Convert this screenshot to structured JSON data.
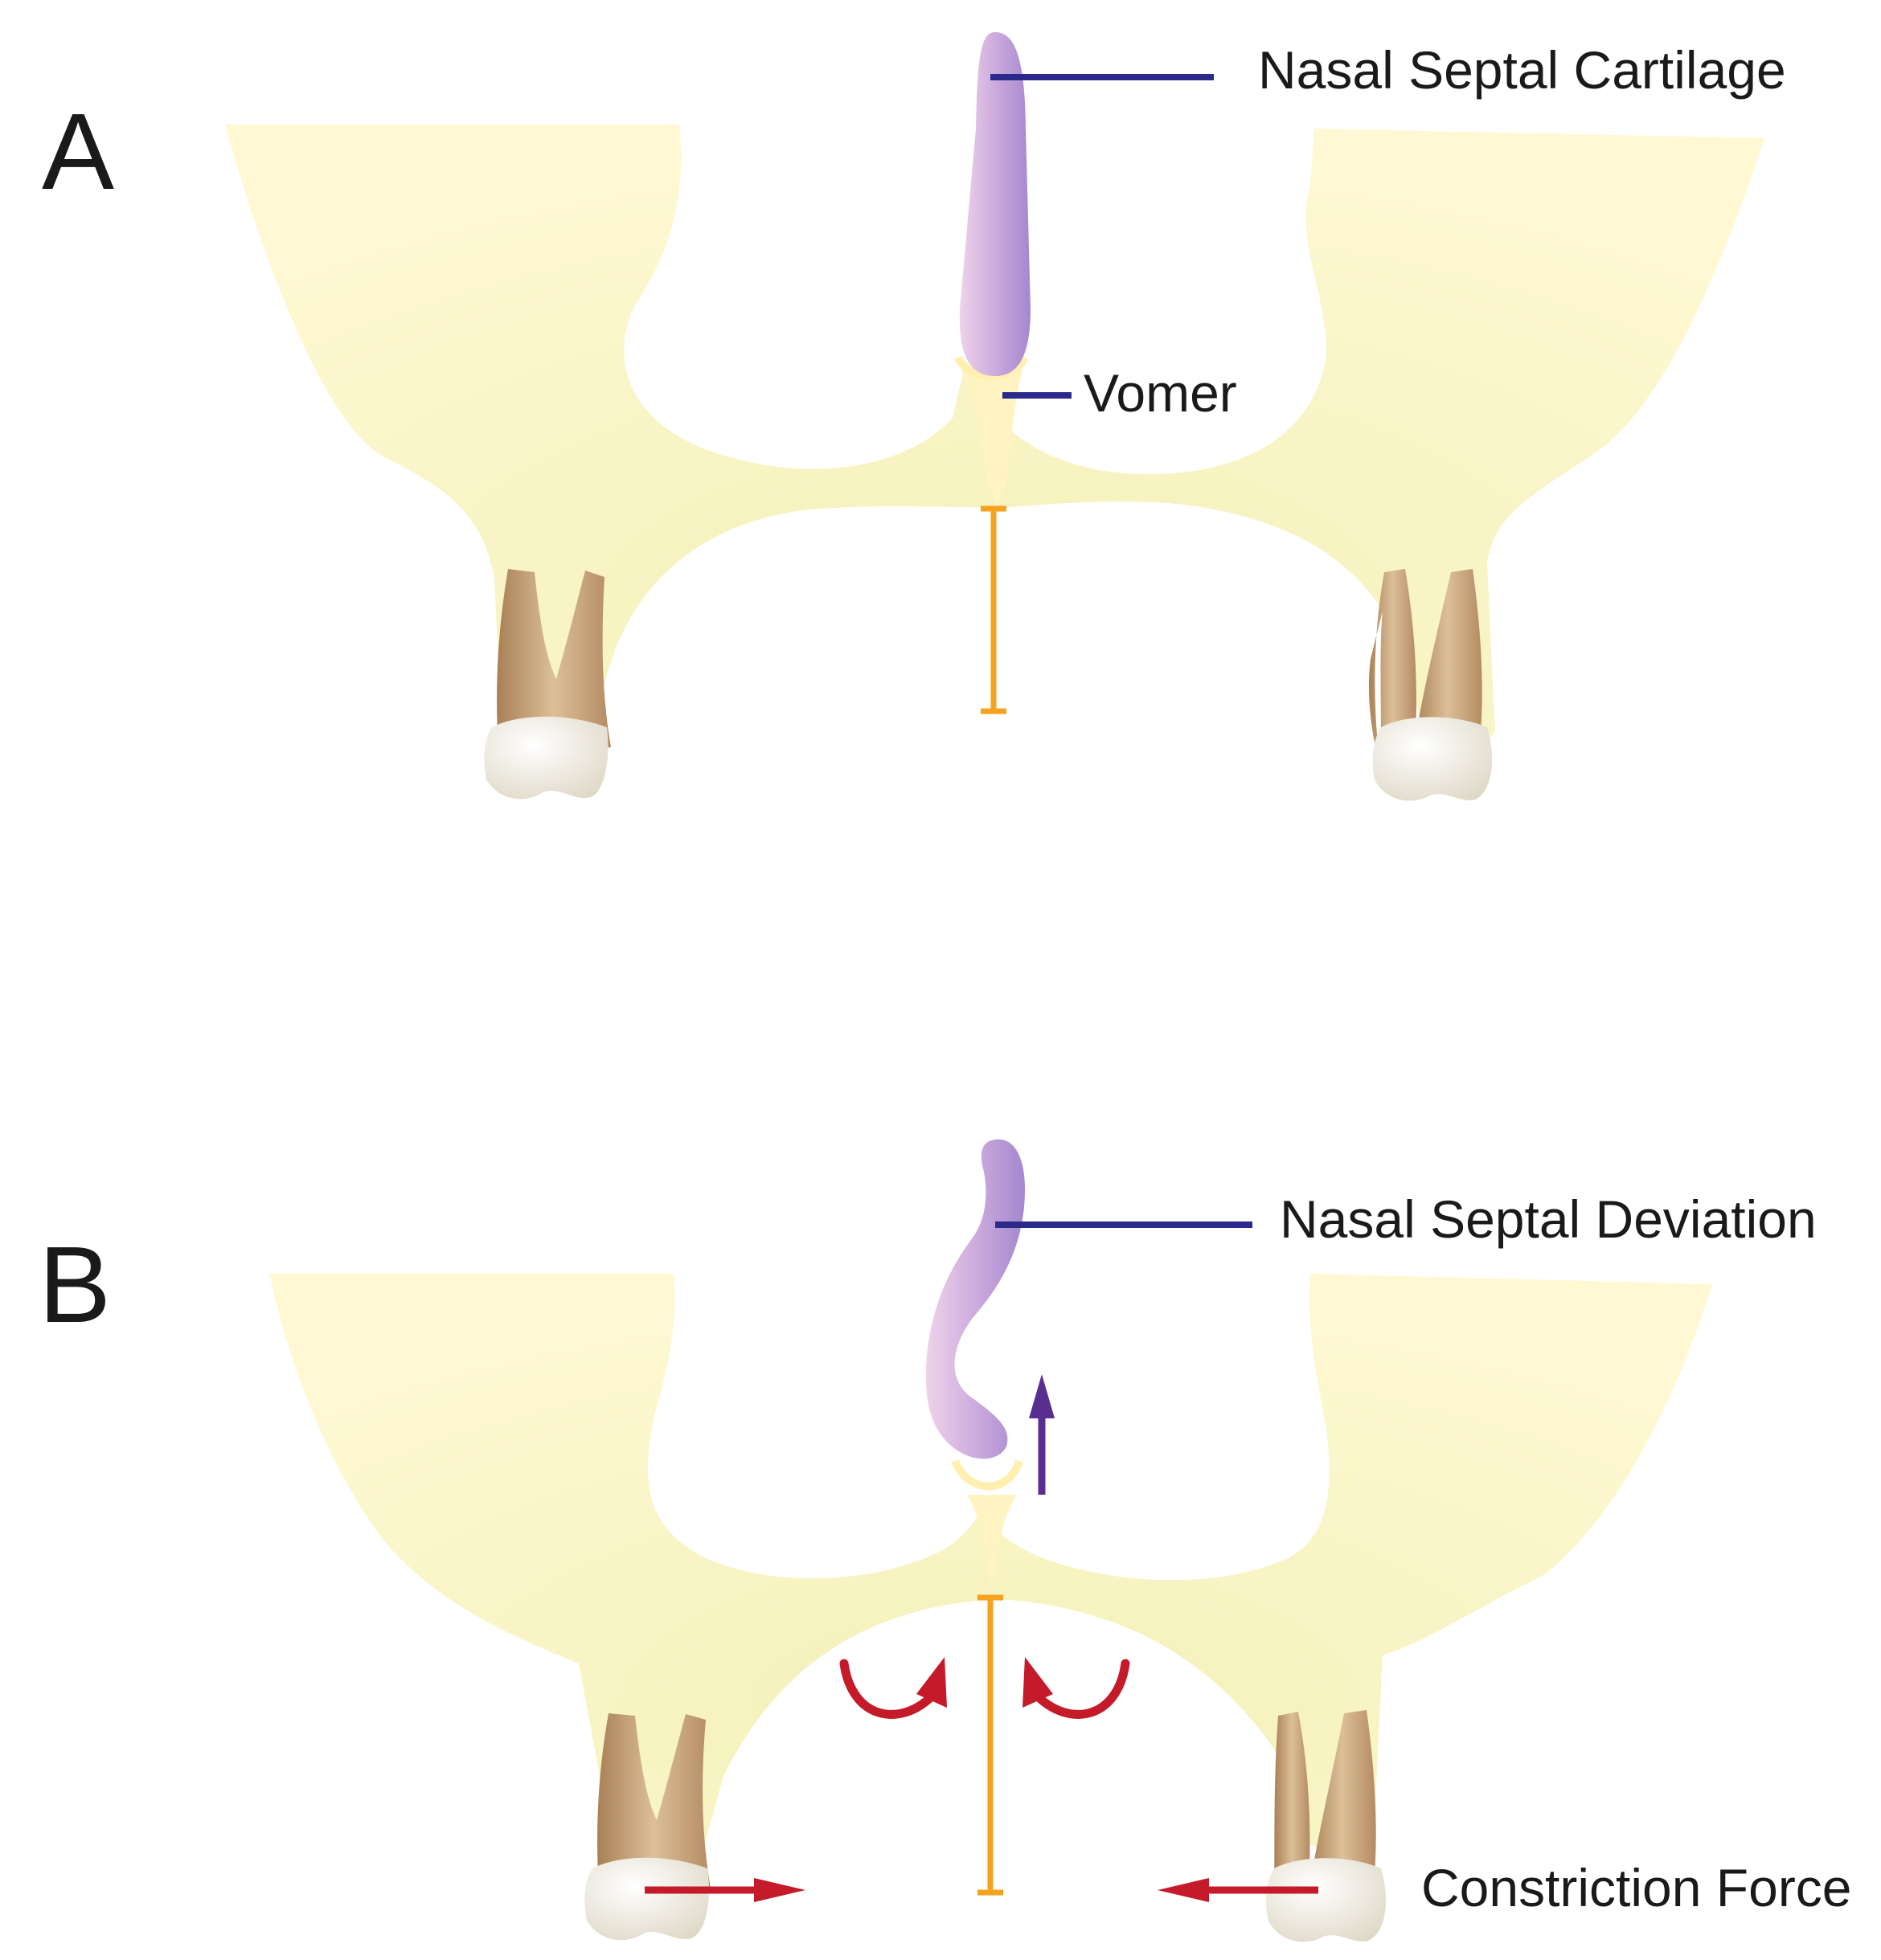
{
  "panels": [
    {
      "letter": "A",
      "labels": {
        "cartilage": "Nasal Septal Cartilage",
        "vomer": "Vomer"
      }
    },
    {
      "letter": "B",
      "labels": {
        "deviation": "Nasal Septal Deviation",
        "force": "Constriction Force"
      }
    }
  ],
  "colors": {
    "bone": "#fff7cf",
    "bone_shade": "#f3f0b8",
    "cartilage_light": "#e6c6e3",
    "cartilage_dark": "#a78ad0",
    "leader_line": "#2b2a8c",
    "height_bar": "#f5a21e",
    "force_arrow": "#c41a2a",
    "growth_arrow": "#5a2d91",
    "tooth_root": "#c9a37a",
    "tooth_crown": "#f2ede0"
  }
}
